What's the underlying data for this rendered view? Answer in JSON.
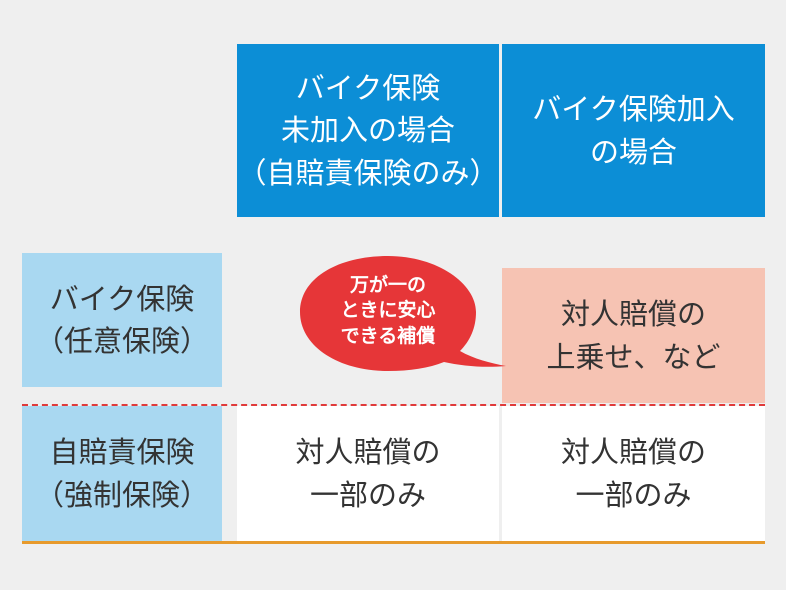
{
  "header": {
    "col1": "バイク保険\n未加入の場合\n（自賠責保険のみ）",
    "col2": "バイク保険加入\nの場合"
  },
  "rows": {
    "voluntary": {
      "label": "バイク保険\n（任意保険）",
      "col2": "対人賠償の\n上乗せ、など"
    },
    "compulsory": {
      "label": "自賠責保険\n（強制保険）",
      "col1": "対人賠償の\n一部のみ",
      "col2": "対人賠償の\n一部のみ"
    }
  },
  "callout": {
    "text": "万が一の\nときに安心\nできる補償"
  },
  "colors": {
    "header_blue": "#0c8ed6",
    "row_label_blue": "#a9d8f1",
    "highlight_pink": "#f6c3b3",
    "callout_red": "#e63638",
    "divider_red": "#e03a3a",
    "bottom_orange": "#e79a2c"
  }
}
